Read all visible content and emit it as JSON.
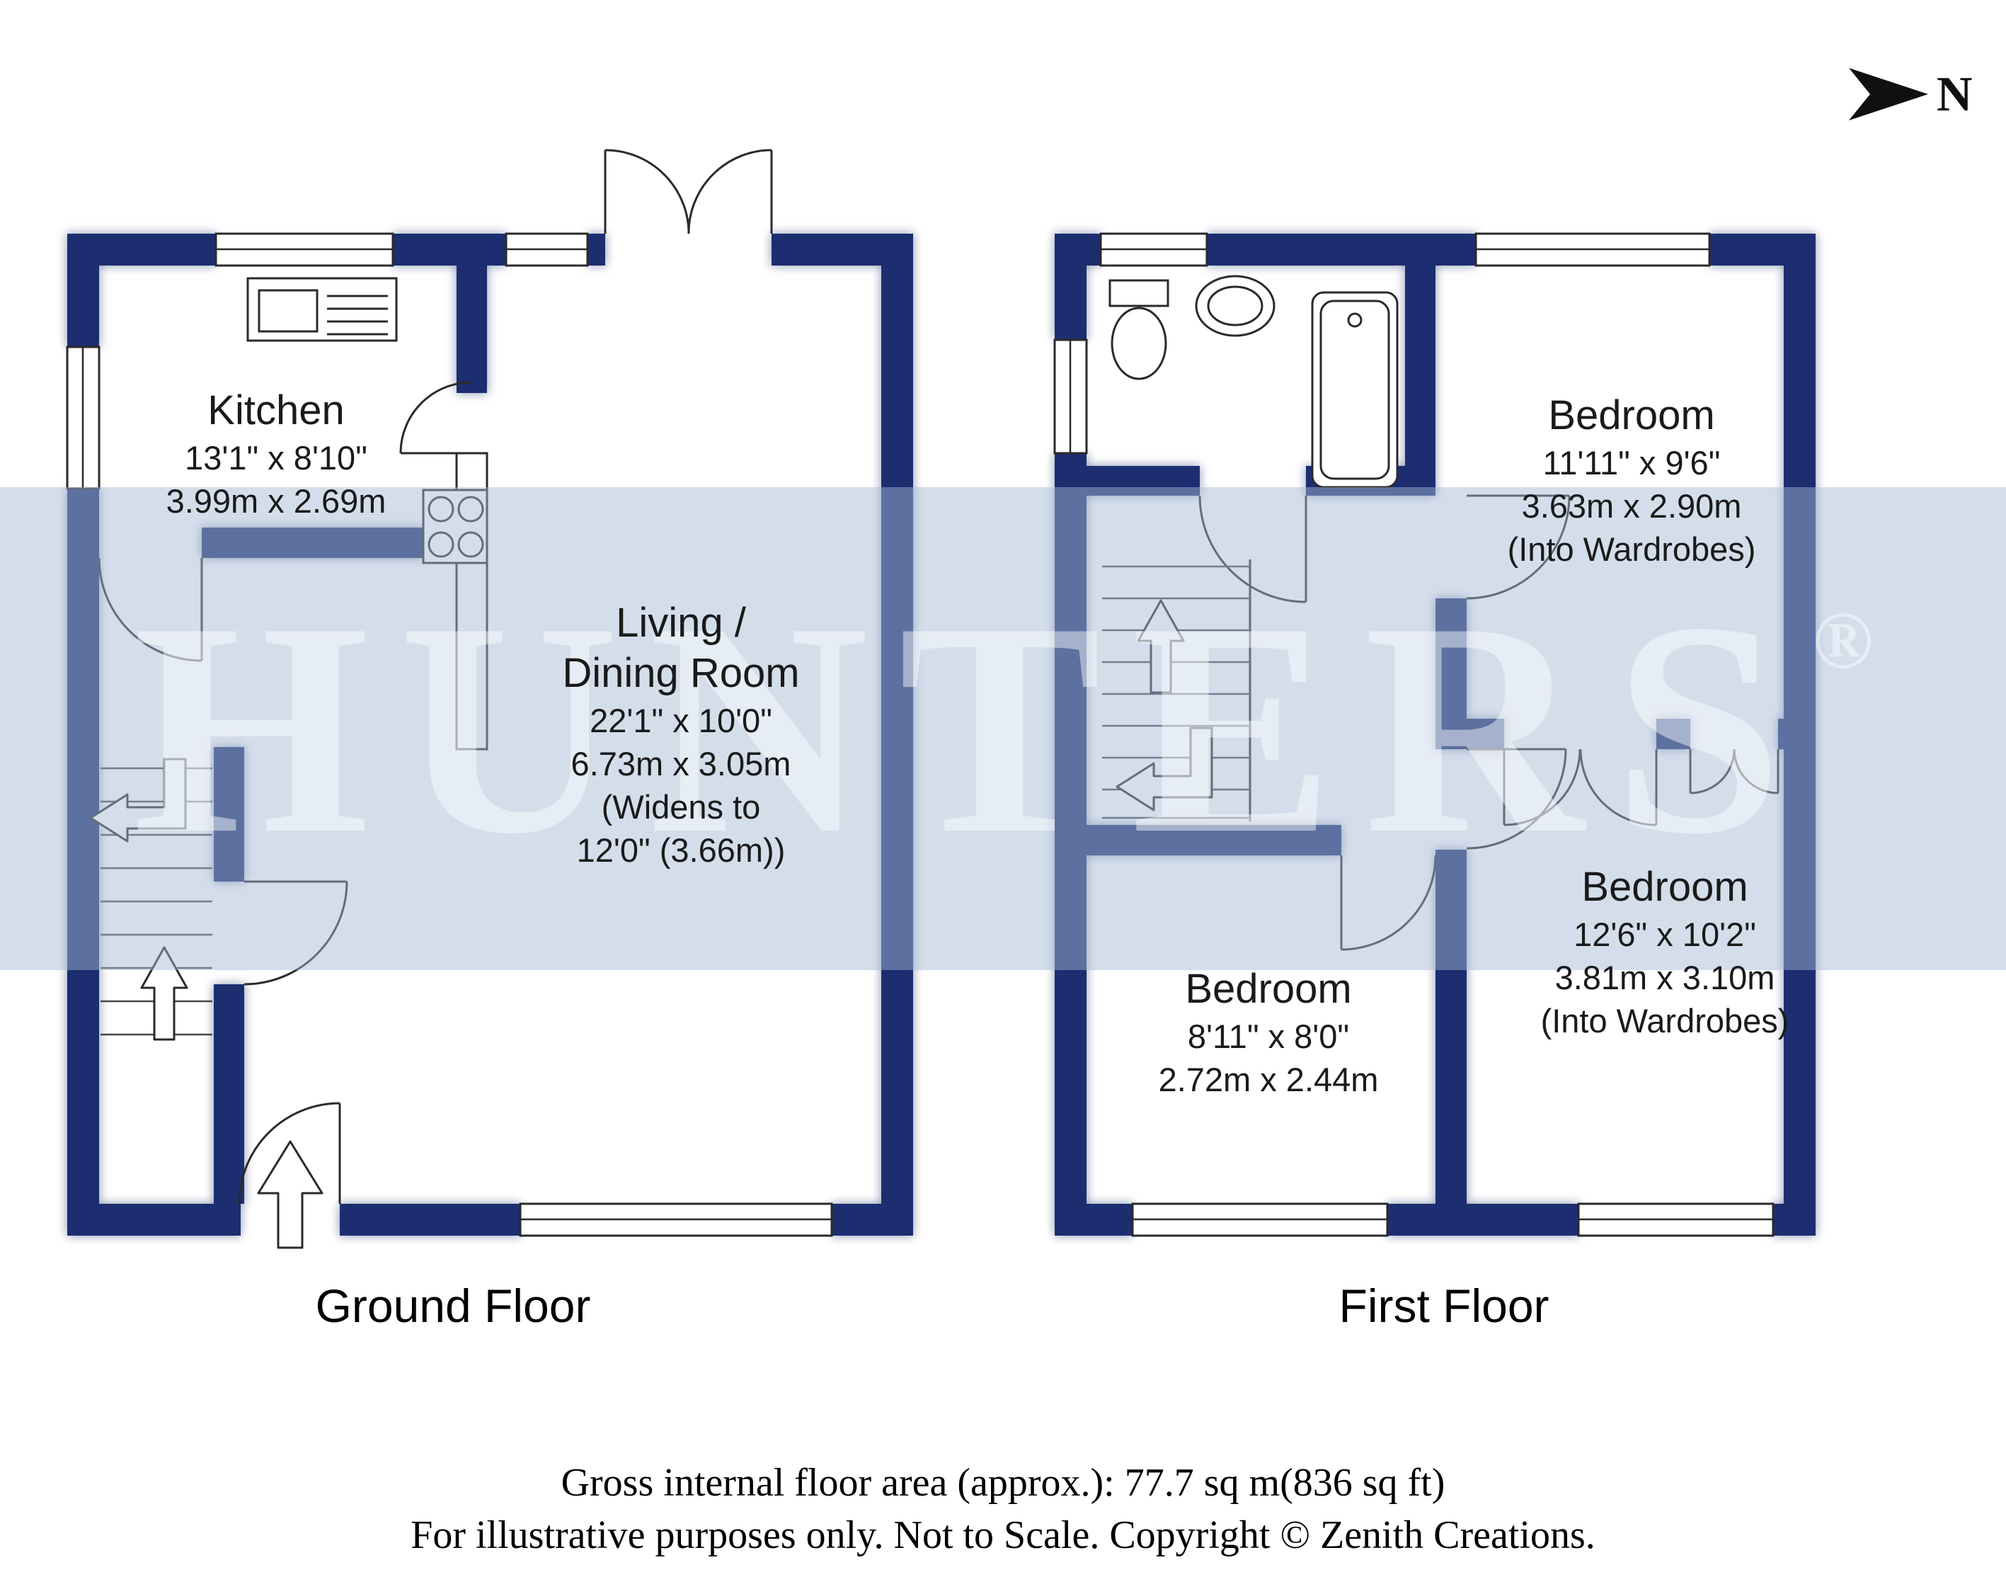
{
  "north": {
    "label": "N"
  },
  "watermark": {
    "text": "HUNTERS",
    "registered": "®"
  },
  "ground_floor": {
    "label": "Ground Floor",
    "rooms": {
      "kitchen": {
        "name": "Kitchen",
        "imperial": "13'1\" x 8'10\"",
        "metric": "3.99m x 2.69m"
      },
      "living": {
        "name_line1": "Living /",
        "name_line2": "Dining Room",
        "imperial": "22'1\" x 10'0\"",
        "metric": "6.73m x 3.05m",
        "widens_line1": "(Widens to",
        "widens_line2": "12'0\" (3.66m))"
      }
    }
  },
  "first_floor": {
    "label": "First Floor",
    "rooms": {
      "bedroom_top": {
        "name": "Bedroom",
        "imperial": "11'11\" x 9'6\"",
        "metric": "3.63m x 2.90m",
        "note": "(Into Wardrobes)"
      },
      "bedroom_left": {
        "name": "Bedroom",
        "imperial": "8'11\" x 8'0\"",
        "metric": "2.72m x 2.44m"
      },
      "bedroom_right": {
        "name": "Bedroom",
        "imperial": "12'6\" x 10'2\"",
        "metric": "3.81m x 3.10m",
        "note": "(Into Wardrobes)"
      }
    }
  },
  "footer": {
    "area_line": "Gross internal floor area (approx.): 77.7 sq m(836 sq ft)",
    "disclaimer_line": "For illustrative purposes only. Not to Scale. Copyright © Zenith Creations."
  },
  "colors": {
    "wall": "#1d2f6f",
    "watermark_band": "#b2c3da"
  }
}
